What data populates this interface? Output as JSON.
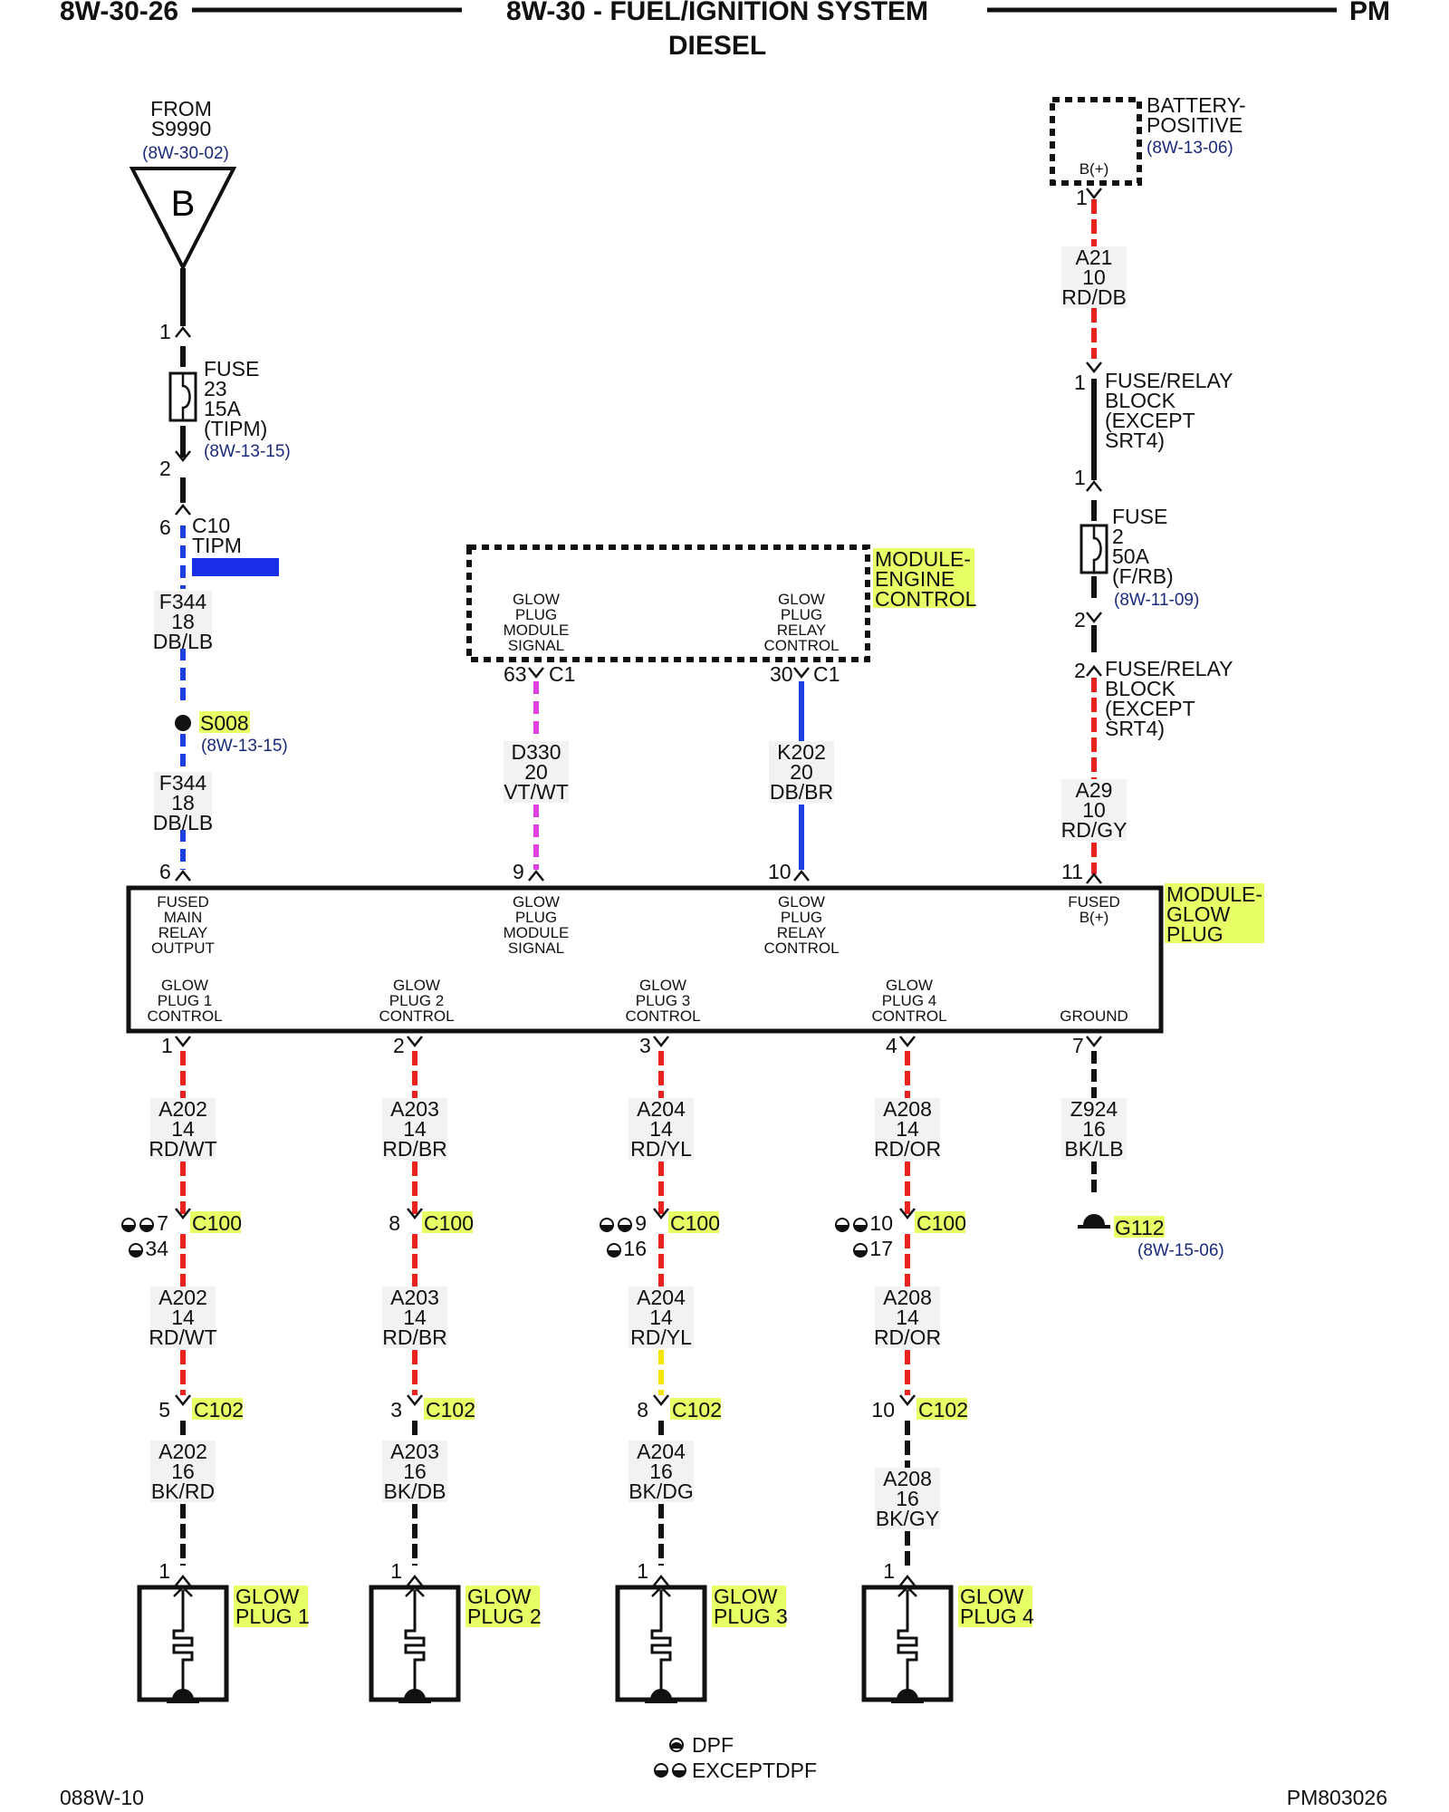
{
  "header": {
    "page_left": "8W-30-26",
    "title": "8W-30 - FUEL/IGNITION SYSTEM",
    "subtitle": "DIESEL",
    "page_right": "PM"
  },
  "footer": {
    "left": "088W-10",
    "right": "PM803026"
  },
  "source_b": {
    "from": "FROM",
    "splice": "S9990",
    "ref": "(8W-30-02)",
    "symbol": "B"
  },
  "fuse23": {
    "pin_top": "1",
    "pin_bottom": "2",
    "lines": [
      "FUSE",
      "23",
      "15A",
      "(TIPM)"
    ],
    "ref": "(8W-13-15)"
  },
  "c10": {
    "pin": "6",
    "name": "C10",
    "label": "TIPM"
  },
  "f344_a": {
    "lines": [
      "F344",
      "18",
      "DB/LB"
    ]
  },
  "s008": {
    "name": "S008",
    "ref": "(8W-13-15)"
  },
  "f344_b": {
    "lines": [
      "F344",
      "18",
      "DB/LB"
    ]
  },
  "battery": {
    "lines": [
      "BATTERY-",
      "POSITIVE"
    ],
    "ref": "(8W-13-06)",
    "term": "B(+)",
    "pin": "1"
  },
  "a21": {
    "lines": [
      "A21",
      "10",
      "RD/DB"
    ]
  },
  "frb1": {
    "pin_top": "1",
    "lines": [
      "FUSE/RELAY",
      "BLOCK",
      "(EXCEPT",
      "SRT4)"
    ],
    "pin_bottom": "1"
  },
  "fuse2": {
    "lines": [
      "FUSE",
      "2",
      "50A",
      "(F/RB)"
    ],
    "ref": "(8W-11-09)",
    "pin_bottom": "2"
  },
  "frb2": {
    "pin_top": "2",
    "lines": [
      "FUSE/RELAY",
      "BLOCK",
      "(EXCEPT",
      "SRT4)"
    ]
  },
  "a29": {
    "lines": [
      "A29",
      "10",
      "RD/GY"
    ]
  },
  "ecm": {
    "label_lines": [
      "MODULE-",
      "ENGINE",
      "CONTROL"
    ],
    "sig_lines": [
      "GLOW",
      "PLUG",
      "MODULE",
      "SIGNAL"
    ],
    "ctl_lines": [
      "GLOW",
      "PLUG",
      "RELAY",
      "CONTROL"
    ],
    "sig_pin": "63",
    "sig_conn": "C1",
    "ctl_pin": "30",
    "ctl_conn": "C1"
  },
  "d330": {
    "lines": [
      "D330",
      "20",
      "VT/WT"
    ]
  },
  "k202": {
    "lines": [
      "K202",
      "20",
      "DB/BR"
    ]
  },
  "gpm": {
    "label_lines": [
      "MODULE-",
      "GLOW",
      "PLUG"
    ],
    "pins_top": [
      "6",
      "9",
      "10",
      "11"
    ],
    "top_labels": [
      [
        "FUSED",
        "MAIN",
        "RELAY",
        "OUTPUT"
      ],
      [
        "GLOW",
        "PLUG",
        "MODULE",
        "SIGNAL"
      ],
      [
        "GLOW",
        "PLUG",
        "RELAY",
        "CONTROL"
      ],
      [
        "FUSED",
        "B(+)"
      ]
    ],
    "bottom_labels": [
      [
        "GLOW",
        "PLUG 1",
        "CONTROL"
      ],
      [
        "GLOW",
        "PLUG 2",
        "CONTROL"
      ],
      [
        "GLOW",
        "PLUG 3",
        "CONTROL"
      ],
      [
        "GLOW",
        "PLUG 4",
        "CONTROL"
      ],
      [
        "GROUND"
      ]
    ],
    "pins_bottom": [
      "1",
      "2",
      "3",
      "4",
      "7"
    ]
  },
  "circuits": [
    {
      "w1": [
        "A202",
        "14",
        "RD/WT"
      ],
      "c100": "C100",
      "c100_pin": "7",
      "c100_alt": "34",
      "w2": [
        "A202",
        "14",
        "RD/WT"
      ],
      "c102": "C102",
      "c102_pin": "5",
      "w3": [
        "A202",
        "16",
        "BK/RD"
      ],
      "plug_pin": "1",
      "plug": [
        "GLOW",
        "PLUG 1"
      ]
    },
    {
      "w1": [
        "A203",
        "14",
        "RD/BR"
      ],
      "c100": "C100",
      "c100_pin": "8",
      "c100_alt": "",
      "w2": [
        "A203",
        "14",
        "RD/BR"
      ],
      "c102": "C102",
      "c102_pin": "3",
      "w3": [
        "A203",
        "16",
        "BK/DB"
      ],
      "plug_pin": "1",
      "plug": [
        "GLOW",
        "PLUG 2"
      ]
    },
    {
      "w1": [
        "A204",
        "14",
        "RD/YL"
      ],
      "c100": "C100",
      "c100_pin": "9",
      "c100_alt": "16",
      "w2": [
        "A204",
        "14",
        "RD/YL"
      ],
      "c102": "C102",
      "c102_pin": "8",
      "w3": [
        "A204",
        "16",
        "BK/DG"
      ],
      "plug_pin": "1",
      "plug": [
        "GLOW",
        "PLUG 3"
      ]
    },
    {
      "w1": [
        "A208",
        "14",
        "RD/OR"
      ],
      "c100": "C100",
      "c100_pin": "10",
      "c100_alt": "17",
      "w2": [
        "A208",
        "14",
        "RD/OR"
      ],
      "c102": "C102",
      "c102_pin": "10",
      "w3": [
        "A208",
        "16",
        "BK/GY"
      ],
      "plug_pin": "1",
      "plug": [
        "GLOW",
        "PLUG 4"
      ]
    }
  ],
  "z924": {
    "lines": [
      "Z924",
      "16",
      "BK/LB"
    ]
  },
  "g112": {
    "name": "G112",
    "ref": "(8W-15-06)"
  },
  "legend": {
    "dpf": "DPF",
    "except": "EXCEPTDPF"
  },
  "colors": {
    "red": "#e8231e",
    "blue": "#1b3fe0",
    "violet": "#e040e0",
    "black": "#111111",
    "yellow": "#f5e400",
    "highlight": "#e8ff66",
    "ref_text": "#1a2a7a",
    "tab_blue": "#1b2fe8"
  }
}
